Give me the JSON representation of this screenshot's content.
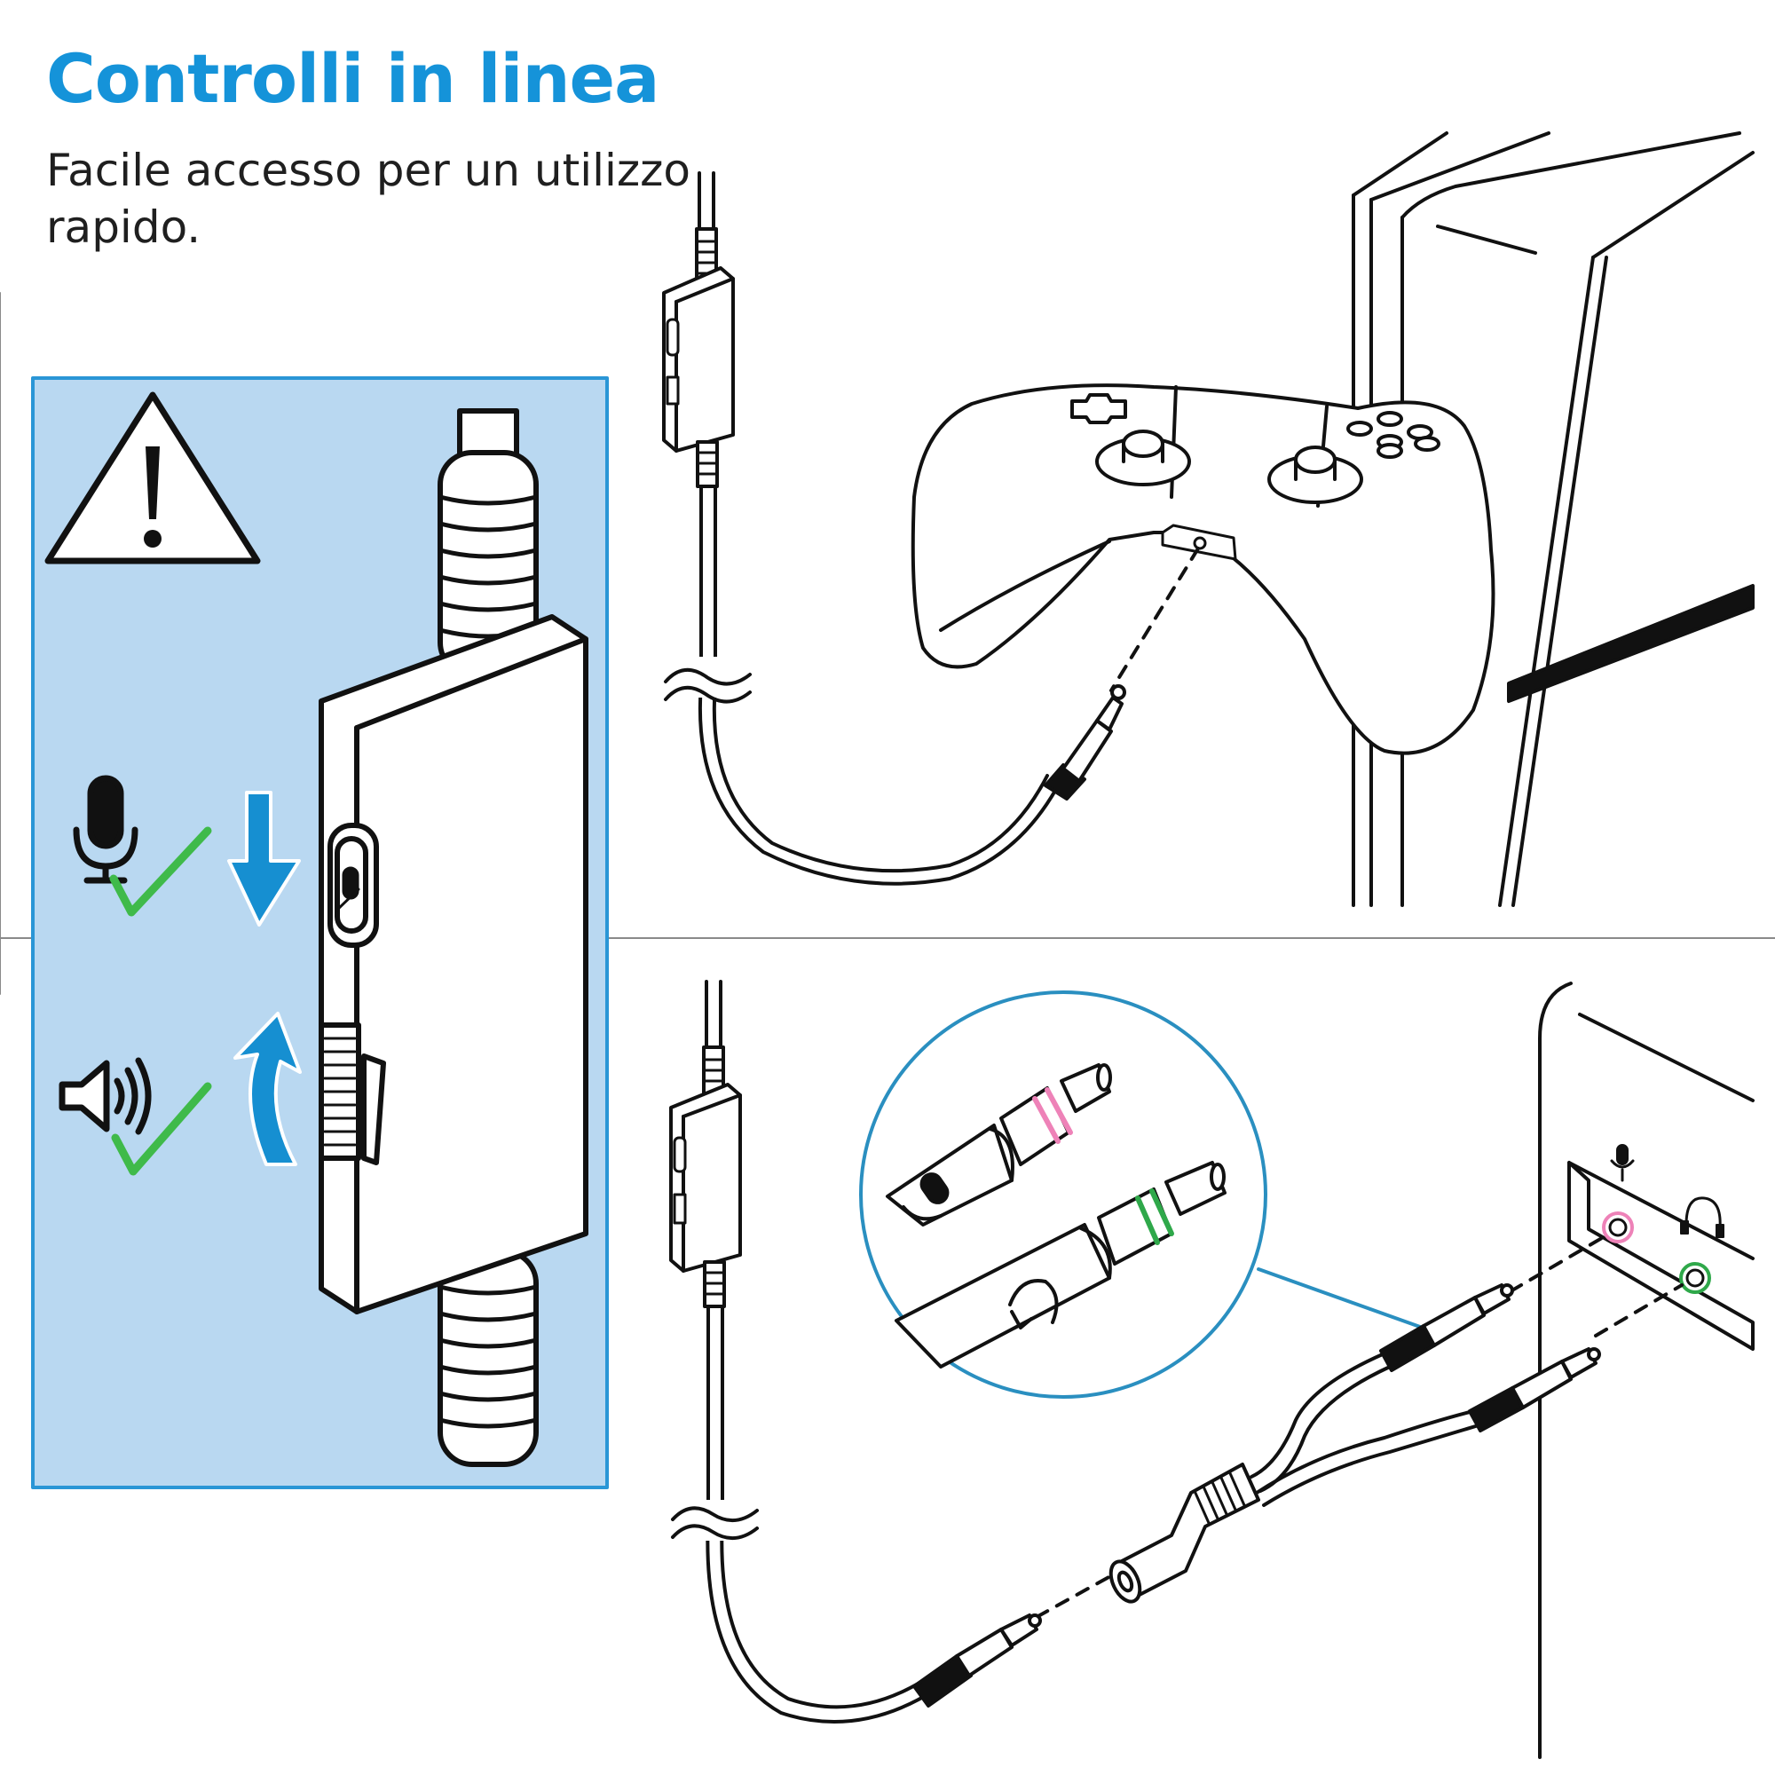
{
  "header": {
    "title": "Controlli in linea",
    "subtitle": "Facile accesso per un utilizzo rapido."
  },
  "colors": {
    "title_blue": "#1593d9",
    "panel_fill": "#b9d8f1",
    "panel_border": "#2a96d6",
    "arrow_blue": "#168fd1",
    "check_green": "#3fba4a",
    "mic_ring_pink": "#ee82b8",
    "headphone_ring_green": "#2fa84a",
    "callout_circle": "#2a8fc0",
    "divider_gray": "#8a8a8a"
  },
  "callout": {
    "icons": [
      "warning-icon",
      "microphone-icon",
      "speaker-volume-icon",
      "checkmark-icon",
      "arrow-down-icon",
      "arrow-up-icon"
    ]
  },
  "scenes": {
    "top": {
      "icons": [
        "game-controller",
        "console",
        "inline-remote",
        "audio-jack-3-5mm"
      ]
    },
    "bottom": {
      "icons": [
        "pc-tower",
        "y-splitter-cable",
        "mic-plug",
        "headphone-plug",
        "mic-port-icon",
        "headphone-port-icon"
      ]
    }
  }
}
